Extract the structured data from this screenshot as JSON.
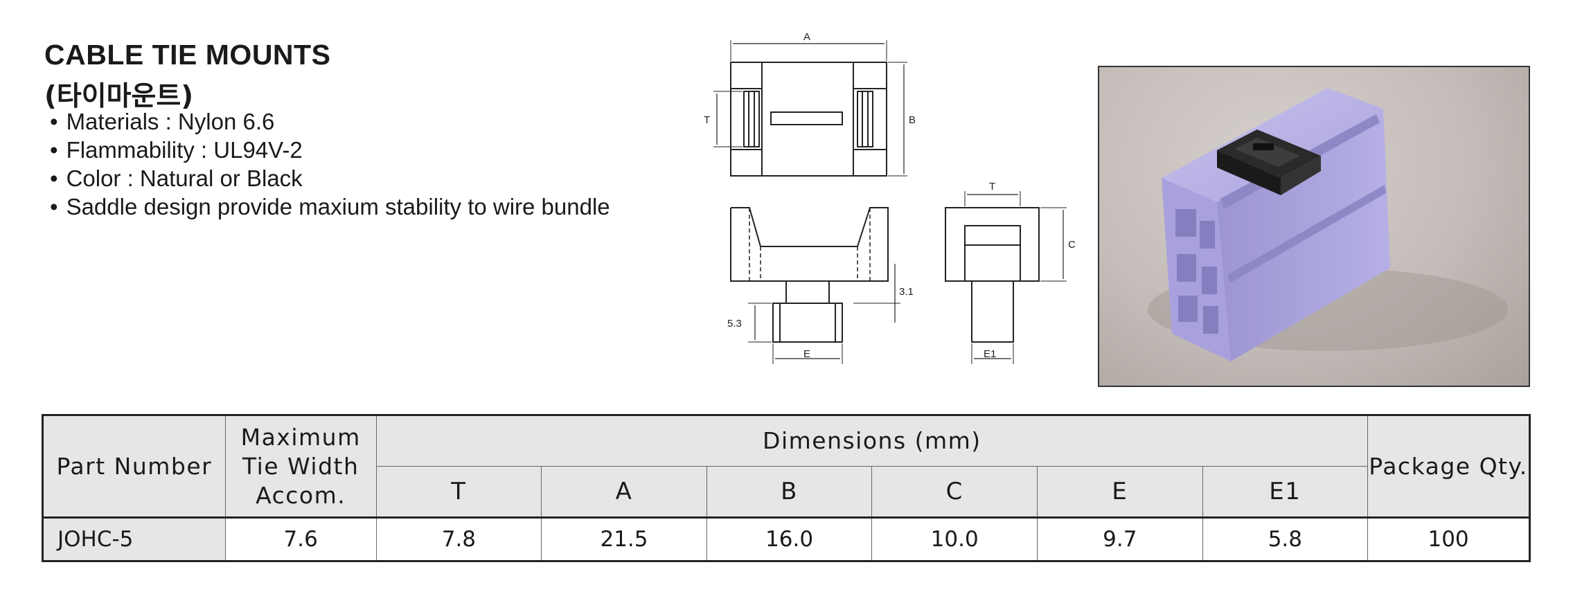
{
  "header": {
    "title": "CABLE TIE MOUNTS",
    "subtitle": "(타이마운트)",
    "bullets": [
      "Materials : Nylon 6.6",
      "Flammability : UL94V-2",
      "Color : Natural or Black",
      "Saddle design provide maxium stability to wire bundle"
    ]
  },
  "drawing_labels": {
    "a": "A",
    "b": "B",
    "t": "T",
    "t2": "T",
    "c": "C",
    "e": "E",
    "e1": "E1",
    "dim_3_1": "3.1",
    "dim_5_3": "5.3"
  },
  "table": {
    "headers": {
      "part_number": "Part Number",
      "max_tie_width": "Maximum Tie Width Accom.",
      "dimensions": "Dimensions (mm)",
      "package_qty": "Package Qty.",
      "cols": [
        "T",
        "A",
        "B",
        "C",
        "E",
        "E1"
      ]
    },
    "rows": [
      {
        "part": "JOHC-5",
        "width": "7.6",
        "dims": [
          "7.8",
          "21.5",
          "16.0",
          "10.0",
          "9.7",
          "5.8"
        ],
        "qty": "100"
      }
    ]
  },
  "colors": {
    "profile": "#b4aee3",
    "mount": "#2a2a2a",
    "header_bg": "#e6e6e6"
  }
}
